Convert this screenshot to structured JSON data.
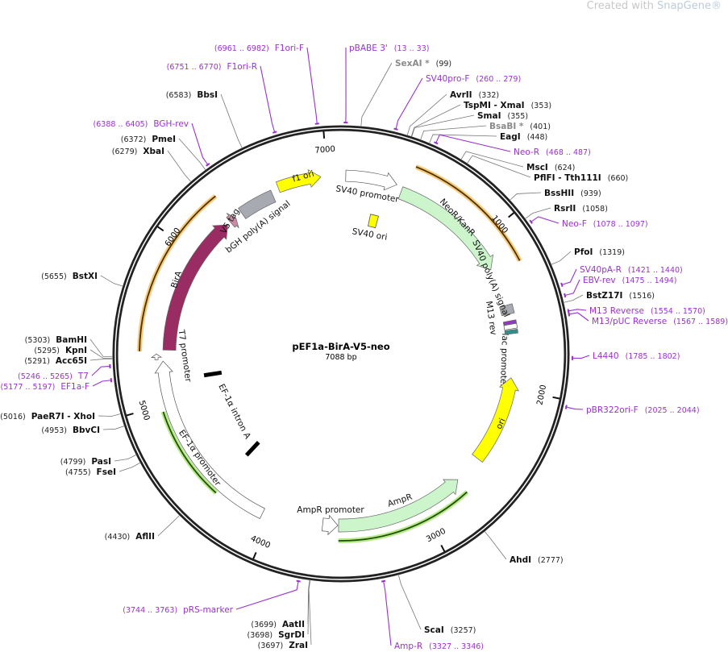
{
  "watermark": {
    "prefix": "Created with ",
    "brand": "SnapGene®"
  },
  "plasmid": {
    "name": "pEF1a-BirA-V5-neo",
    "length_label": "7088 bp",
    "length_bp": 7088
  },
  "ticks": [
    "1000",
    "2000",
    "3000",
    "4000",
    "5000",
    "6000",
    "7000"
  ],
  "enzymes": [
    {
      "name": "SexAI *",
      "pos": "(99)",
      "bp": 99,
      "muted": true
    },
    {
      "name": "AvrII",
      "pos": "(332)",
      "bp": 332
    },
    {
      "name": "TspMI  - XmaI",
      "pos": "(353)",
      "bp": 353
    },
    {
      "name": "SmaI",
      "pos": "(355)",
      "bp": 355
    },
    {
      "name": "BsaBI *",
      "pos": "(401)",
      "bp": 401,
      "muted": true
    },
    {
      "name": "EagI",
      "pos": "(448)",
      "bp": 448
    },
    {
      "name": "MscI",
      "pos": "(624)",
      "bp": 624
    },
    {
      "name": "PflFI  - Tth111I",
      "pos": "(660)",
      "bp": 660
    },
    {
      "name": "BssHII",
      "pos": "(939)",
      "bp": 939
    },
    {
      "name": "RsrII",
      "pos": "(1058)",
      "bp": 1058
    },
    {
      "name": "PfoI",
      "pos": "(1319)",
      "bp": 1319
    },
    {
      "name": "BstZ17I",
      "pos": "(1516)",
      "bp": 1516
    },
    {
      "name": "AhdI",
      "pos": "(2777)",
      "bp": 2777
    },
    {
      "name": "ScaI",
      "pos": "(3257)",
      "bp": 3257
    },
    {
      "name": "ZraI",
      "pos": "(3697)",
      "bp": 3697
    },
    {
      "name": "SgrDI",
      "pos": "(3698)",
      "bp": 3698
    },
    {
      "name": "AatII",
      "pos": "(3699)",
      "bp": 3699
    },
    {
      "name": "AflII",
      "pos": "(4430)",
      "bp": 4430
    },
    {
      "name": "FseI",
      "pos": "(4755)",
      "bp": 4755
    },
    {
      "name": "PasI",
      "pos": "(4799)",
      "bp": 4799
    },
    {
      "name": "BbvCI",
      "pos": "(4953)",
      "bp": 4953
    },
    {
      "name": "PaeR7I  - XhoI",
      "pos": "(5016)",
      "bp": 5016
    },
    {
      "name": "Acc65I",
      "pos": "(5291)",
      "bp": 5291
    },
    {
      "name": "KpnI",
      "pos": "(5295)",
      "bp": 5295
    },
    {
      "name": "BamHI",
      "pos": "(5303)",
      "bp": 5303
    },
    {
      "name": "BstXI",
      "pos": "(5655)",
      "bp": 5655
    },
    {
      "name": "XbaI",
      "pos": "(6279)",
      "bp": 6279
    },
    {
      "name": "PmeI",
      "pos": "(6372)",
      "bp": 6372
    },
    {
      "name": "BbsI",
      "pos": "(6583)",
      "bp": 6583
    }
  ],
  "primers": [
    {
      "name": "F1ori-F",
      "range": "(6961 .. 6982)",
      "bp": 6971
    },
    {
      "name": "F1ori-R",
      "range": "(6751 .. 6770)",
      "bp": 6760
    },
    {
      "name": "pBABE 3'",
      "range": "(13 .. 33)",
      "bp": 23
    },
    {
      "name": "SV40pro-F",
      "range": "(260 .. 279)",
      "bp": 270
    },
    {
      "name": "Neo-R",
      "range": "(468 .. 487)",
      "bp": 477
    },
    {
      "name": "Neo-F",
      "range": "(1078 .. 1097)",
      "bp": 1087
    },
    {
      "name": "SV40pA-R",
      "range": "(1421 .. 1440)",
      "bp": 1430
    },
    {
      "name": "EBV-rev",
      "range": "(1475 .. 1494)",
      "bp": 1484
    },
    {
      "name": "M13 Reverse",
      "range": "(1554 .. 1570)",
      "bp": 1562
    },
    {
      "name": "M13/pUC Reverse",
      "range": "(1567 .. 1589)",
      "bp": 1578
    },
    {
      "name": "L4440",
      "range": "(1785 .. 1802)",
      "bp": 1793
    },
    {
      "name": "pBR322ori-F",
      "range": "(2025 .. 2044)",
      "bp": 2034
    },
    {
      "name": "Amp-R",
      "range": "(3327 .. 3346)",
      "bp": 3336
    },
    {
      "name": "pRS-marker",
      "range": "(3744 .. 3763)",
      "bp": 3753
    },
    {
      "name": "T7",
      "range": "(5246 .. 5265)",
      "bp": 5255
    },
    {
      "name": "EF1a-F",
      "range": "(5177 .. 5197)",
      "bp": 5187
    },
    {
      "name": "BGH-rev",
      "range": "(6388 .. 6405)",
      "bp": 6396
    }
  ],
  "features": [
    {
      "name": "f1 ori",
      "start": 6680,
      "end": 6960,
      "dir": 1,
      "color": "#ffff00"
    },
    {
      "name": "SV40 promoter",
      "start": 30,
      "end": 360,
      "dir": 1,
      "color": "#ffffff"
    },
    {
      "name": "NeoR/KanR",
      "start": 400,
      "end": 1195,
      "dir": 1,
      "color": "#ccf5cc"
    },
    {
      "name": "SV40 poly(A) signal",
      "start": 1450,
      "end": 1510,
      "dir": 0,
      "color": "#a7aab0"
    },
    {
      "name": "M13 rev",
      "start": 1555,
      "end": 1575,
      "dir": 0,
      "color": "#9933cc"
    },
    {
      "name": "lac promoter",
      "start": 1578,
      "end": 1608,
      "dir": 0,
      "color": "#ffffff"
    },
    {
      "name": "",
      "start": 1615,
      "end": 1640,
      "dir": 0,
      "color": "#2f8f8f"
    },
    {
      "name": "ori",
      "start": 1930,
      "end": 2510,
      "dir": -1,
      "color": "#ffff00"
    },
    {
      "name": "AmpR",
      "start": 2700,
      "end": 3560,
      "dir": -1,
      "color": "#ccf5cc"
    },
    {
      "name": "AmpR promoter",
      "start": 3565,
      "end": 3665,
      "dir": -1,
      "color": "#ffffff"
    },
    {
      "name": "EF-1α promoter",
      "start": 4060,
      "end": 5270,
      "dir": 1,
      "color": "#ffffff"
    },
    {
      "name": "T7 promoter",
      "start": 5280,
      "end": 5315,
      "dir": 1,
      "color": "#ffffff"
    },
    {
      "name": "BirA",
      "start": 5340,
      "end": 6275,
      "dir": 1,
      "color": "#992d63"
    },
    {
      "name": "V5 tag",
      "start": 6300,
      "end": 6345,
      "dir": 1,
      "color": "#c98aa3"
    },
    {
      "name": "bGH poly(A) signal",
      "start": 6395,
      "end": 6630,
      "dir": 0,
      "color": "#a7aab0"
    },
    {
      "name": "SV40 ori",
      "start": 235,
      "end": 300,
      "dir": 0,
      "color": "#ffff00"
    },
    {
      "name": "EF-1α intron A",
      "start": 4390,
      "end": 5140,
      "dir": 0,
      "color": "#000000"
    }
  ]
}
